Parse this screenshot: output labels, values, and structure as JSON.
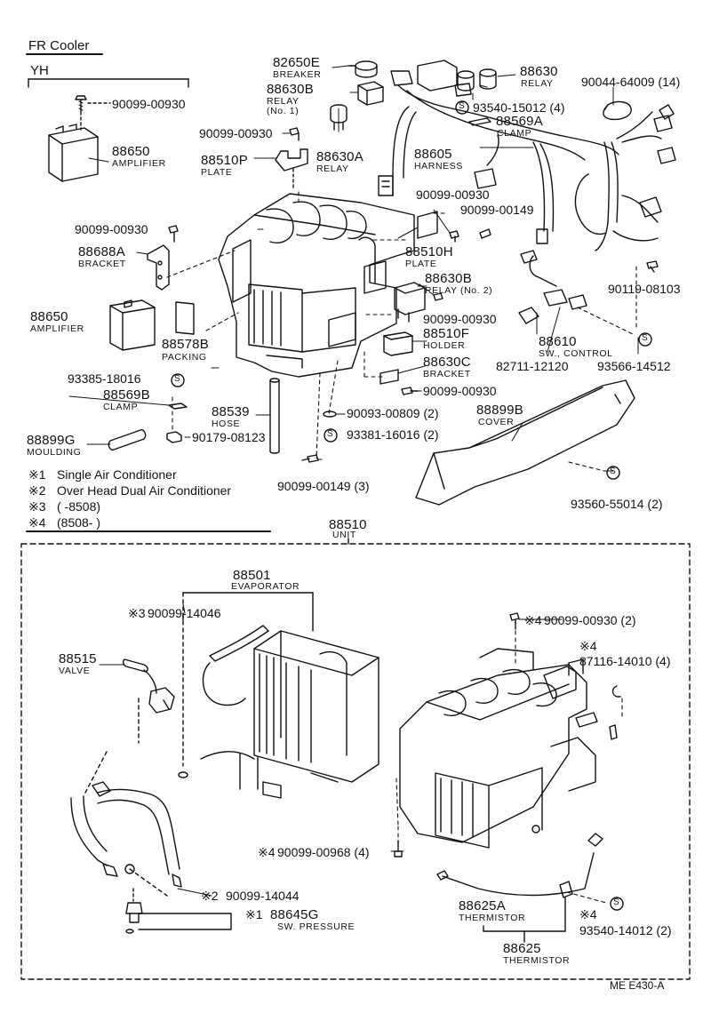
{
  "header": {
    "section": "FR Cooler",
    "variant": "YH"
  },
  "parts": {
    "p90099_00930_a": "90099-00930",
    "p88650_a": "88650",
    "p88650_a_name": "AMPLIFIER",
    "p82650E": "82650E",
    "p82650E_name": "BREAKER",
    "p88630B_top": "88630B",
    "p88630B_top_name1": "RELAY",
    "p88630B_top_name2": "(No. 1)",
    "p88630": "88630",
    "p88630_name": "RELAY",
    "p90044": "90044-64009 (14)",
    "p93540_15012": "93540-15012 (4)",
    "p88569A": "88569A",
    "p88569A_name": "CLAMP",
    "p90099_00930_b": "90099-00930",
    "p88630A": "88630A",
    "p88630A_name": "RELAY",
    "p88605": "88605",
    "p88605_name": "HARNESS",
    "p88510P": "88510P",
    "p88510P_name": "PLATE",
    "p90099_00930_c": "90099-00930",
    "p90099_00149_a": "90099-00149",
    "p90099_00930_d": "90099-00930",
    "p88688A": "88688A",
    "p88688A_name": "BRACKET",
    "p88510H": "88510H",
    "p88510H_name": "PLATE",
    "p90119": "90119-08103",
    "p88630B_mid": "88630B",
    "p88630B_mid_name": "RELAY (No. 2)",
    "p88650_b": "88650",
    "p88650_b_name": "AMPLIFIER",
    "p90099_00930_e": "90099-00930",
    "p88578B": "88578B",
    "p88578B_name": "PACKING",
    "p88510F": "88510F",
    "p88510F_name": "HOLDER",
    "p88610": "88610",
    "p88610_name": "SW., CONTROL",
    "p93385": "93385-18016",
    "p88630C": "88630C",
    "p88630C_name": "BRACKET",
    "p82711": "82711-12120",
    "p93566": "93566-14512",
    "p88569B": "88569B",
    "p88569B_name": "CLAMP",
    "p90099_00930_f": "90099-00930",
    "p88539": "88539",
    "p88539_name": "HOSE",
    "p90093": "90093-00809 (2)",
    "p88899B": "88899B",
    "p88899B_name": "COVER",
    "p90179": "90179-08123",
    "p93381": "93381-16016 (2)",
    "p88899G": "88899G",
    "p88899G_name": "MOULDING",
    "p90099_00149_b": "90099-00149 (3)",
    "p93560": "93560-55014 (2)",
    "p88510": "88510",
    "p88510_name": "UNIT",
    "p88501": "88501",
    "p88501_name": "EVAPORATOR",
    "p90099_14046": "90099-14046",
    "p90099_00930_g": "90099-00930 (2)",
    "p88515": "88515",
    "p88515_name": "VALVE",
    "p87116": "87116-14010 (4)",
    "p90099_00968": "90099-00968 (4)",
    "p90099_14044": "90099-14044",
    "p88625A": "88625A",
    "p88625A_name": "THERMISTOR",
    "p88645G": "88645G",
    "p88645G_name": "SW. PRESSURE",
    "p93540_14012": "93540-14012 (2)",
    "p88625": "88625",
    "p88625_name": "THERMISTOR"
  },
  "markers": {
    "m1": "※1",
    "m2": "※2",
    "m3": "※3",
    "m4": "※4"
  },
  "notes": {
    "n1_mark": "※1",
    "n1_text": "Single Air Conditioner",
    "n2_mark": "※2",
    "n2_text": "Over Head Dual Air Conditioner",
    "n3_mark": "※3",
    "n3_text": "(        -8508)",
    "n4_mark": "※4",
    "n4_text": "(8508-        )"
  },
  "footer": {
    "ref": "ME  E430-A"
  },
  "symbols": {
    "s": "S"
  }
}
